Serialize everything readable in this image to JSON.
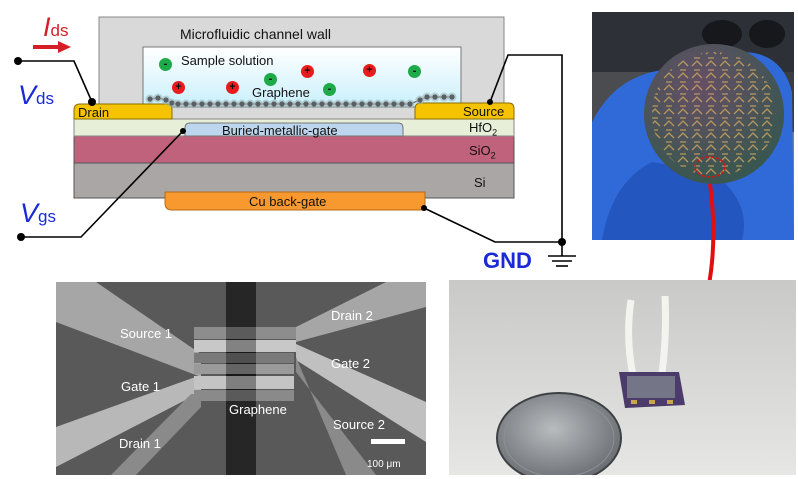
{
  "schematic": {
    "current_label": "I",
    "current_sub": "ds",
    "vds_label": "V",
    "vds_sub": "ds",
    "vgs_label": "V",
    "vgs_sub": "gs",
    "gnd_label": "GND",
    "channel_wall": "Microfluidic channel wall",
    "sample_solution": "Sample solution",
    "graphene": "Graphene",
    "drain": "Drain",
    "source": "Source",
    "hfo2": "HfO",
    "hfo2_sub": "2",
    "sio2": "SiO",
    "sio2_sub": "2",
    "si": "Si",
    "buried_gate": "Buried-metallic-gate",
    "back_gate": "Cu back-gate",
    "ions": [
      {
        "type": "neg",
        "sign": "-"
      },
      {
        "type": "pos",
        "sign": "+"
      },
      {
        "type": "pos",
        "sign": "+"
      },
      {
        "type": "neg",
        "sign": "-"
      },
      {
        "type": "pos",
        "sign": "+"
      },
      {
        "type": "neg",
        "sign": "-"
      },
      {
        "type": "pos",
        "sign": "+"
      },
      {
        "type": "neg",
        "sign": "-"
      }
    ],
    "colors": {
      "wall": "#d9d9d9",
      "solution": "#dff6fb",
      "electrode": "#f6c300",
      "hfo2": "#e7efd9",
      "sio2": "#c0627b",
      "si": "#aaa6a6",
      "buried_gate": "#bcd6ee",
      "back_gate": "#f7992f",
      "vlabel": "#1a2ad6",
      "ilabel": "#d41f26"
    }
  },
  "micrograph": {
    "labels": {
      "source1": "Source 1",
      "gate1": "Gate 1",
      "drain1": "Drain 1",
      "drain2": "Drain 2",
      "gate2": "Gate 2",
      "source2": "Source 2",
      "graphene": "Graphene"
    },
    "scale_bar": "100 μm"
  },
  "photos": {
    "wafer": "wafer-in-gloved-hand",
    "device": "packaged-device-next-to-coin"
  }
}
